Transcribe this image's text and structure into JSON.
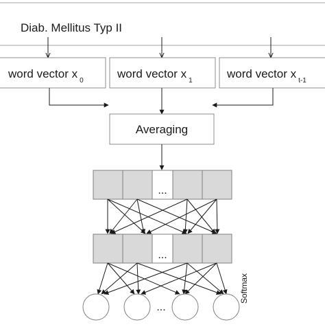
{
  "input_label": "Diab. Mellitus Typ II",
  "word_vectors": [
    {
      "label": "word vector x",
      "subscript": "0"
    },
    {
      "label": "word vector x",
      "subscript": "1"
    },
    {
      "label": "word vector x",
      "subscript": "t-1"
    }
  ],
  "averaging_label": "Averaging",
  "layer_ellipsis": "...",
  "output_ellipsis": "...",
  "softmax_label": "Softmax",
  "colors": {
    "cell_fill": "#d9d9d9",
    "stroke": "#7f7f7f",
    "arrow": "#1a1a1a"
  }
}
